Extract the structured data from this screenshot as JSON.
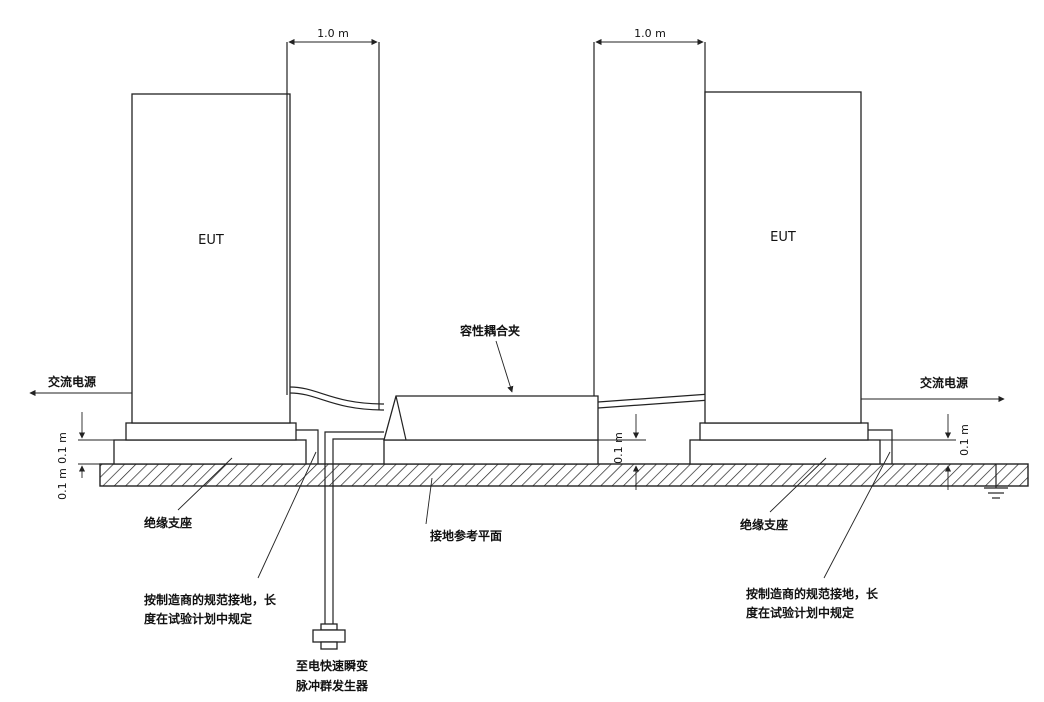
{
  "labels": {
    "eut_left": "EUT",
    "eut_right": "EUT",
    "dim_left_top": "1.0 m",
    "dim_right_top": "1.0 m",
    "ac_left": "交流电源",
    "ac_right": "交流电源",
    "clamp": "容性耦合夹",
    "ground_plane": "接地参考平面",
    "support_left": "绝缘支座",
    "support_right": "绝缘支座",
    "grounding_left_1": "按制造商的规范接地，长",
    "grounding_left_2": "度在试验计划中规定",
    "grounding_right_1": "按制造商的规范接地，长",
    "grounding_right_2": "度在试验计划中规定",
    "generator_1": "至电快速瞬变",
    "generator_2": "脉冲群发生器",
    "dim_h1": "0.1 m",
    "dim_h2": "0.1 m",
    "dim_h3": "0.1 m",
    "dim_h4": "0.1 m"
  },
  "colors": {
    "line": "#222222",
    "background": "#ffffff"
  }
}
